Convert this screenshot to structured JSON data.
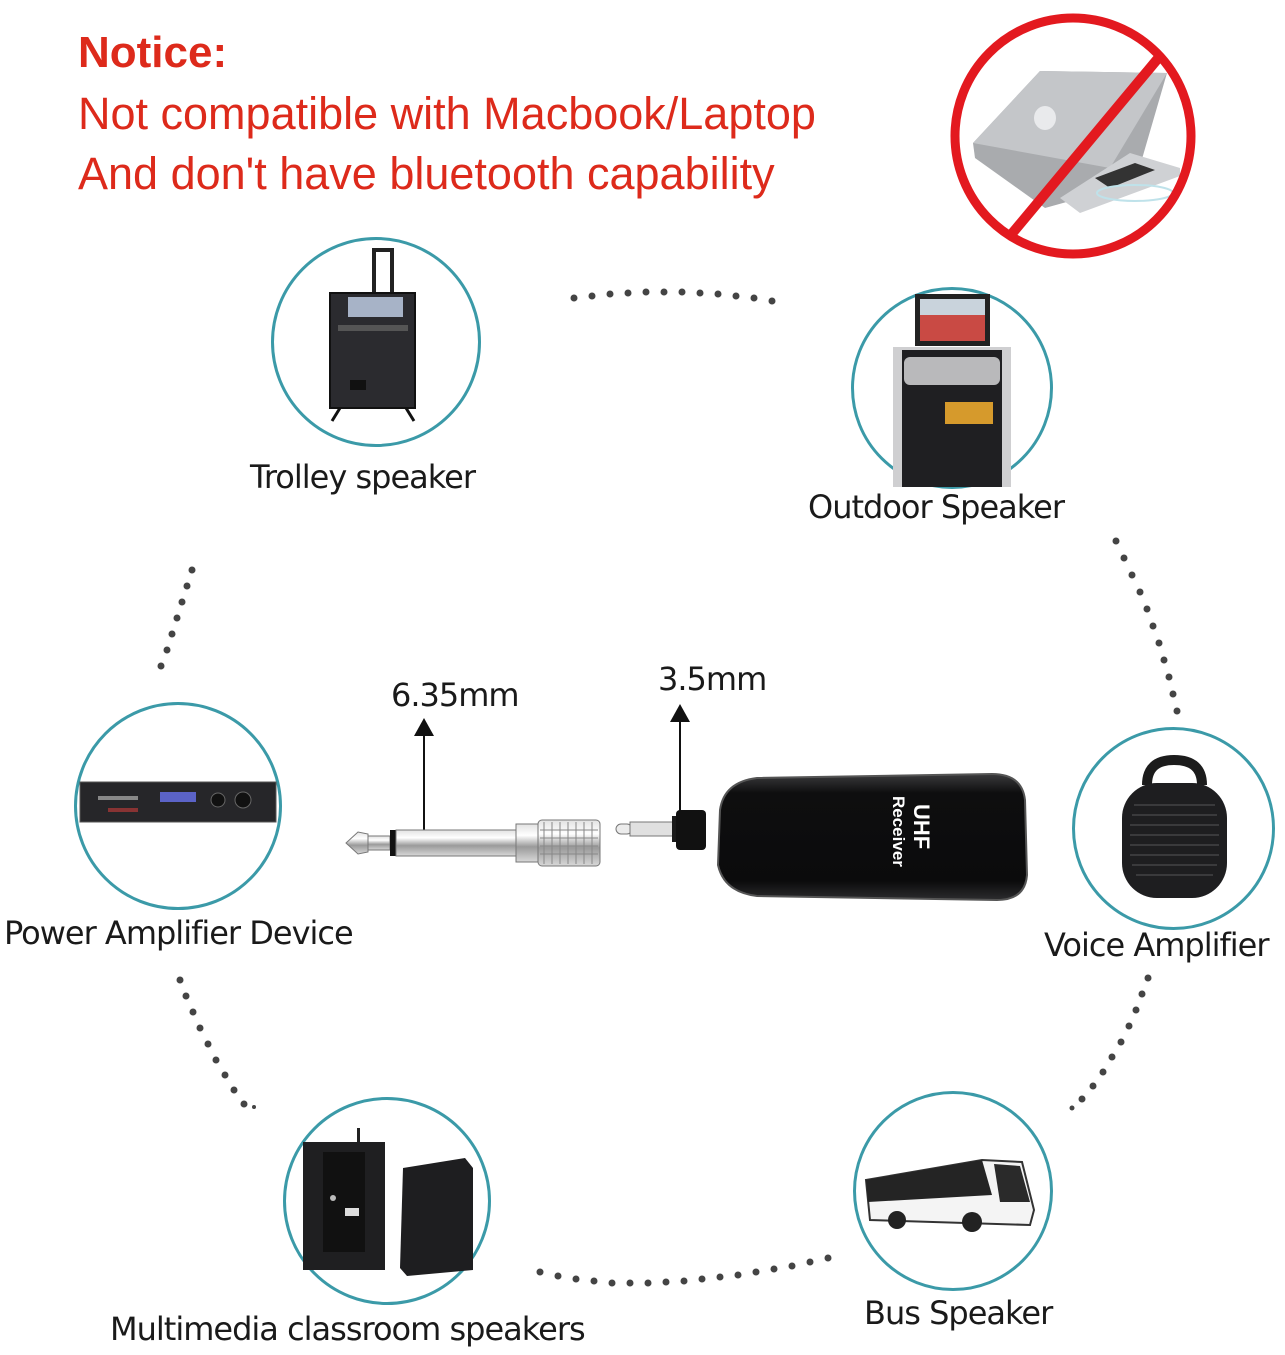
{
  "notice": {
    "title": "Notice:",
    "line1": "Not compatible with Macbook/Laptop",
    "line2": "And don't have bluetooth capability",
    "color": "#dd2a1b"
  },
  "prohibition": {
    "icon": "no-laptop-icon",
    "color": "#e3191f"
  },
  "devices": [
    {
      "label": "Trolley speaker",
      "icon": "trolley-speaker-icon"
    },
    {
      "label": "Outdoor Speaker",
      "icon": "outdoor-speaker-icon"
    },
    {
      "label": "Power Amplifier Device",
      "icon": "power-amplifier-icon"
    },
    {
      "label": "Voice Amplifier",
      "icon": "voice-amplifier-icon"
    },
    {
      "label": "Multimedia classroom speakers",
      "icon": "classroom-speakers-icon"
    },
    {
      "label": "Bus Speaker",
      "icon": "bus-icon"
    }
  ],
  "center": {
    "adapter_label": "6.35mm",
    "plug_label": "3.5mm",
    "receiver_brand": "UHF",
    "receiver_text": "Receiver"
  },
  "ring_color": "#3b9aa8"
}
